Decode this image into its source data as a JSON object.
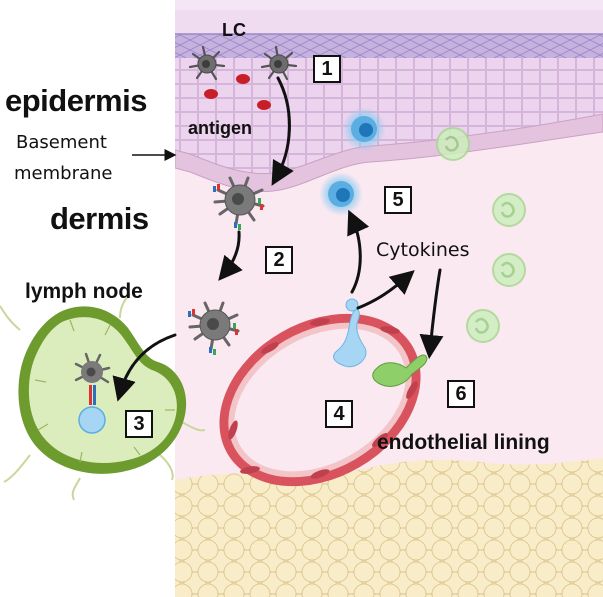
{
  "labels": {
    "lc": "LC",
    "epidermis": "epidermis",
    "antigen": "antigen",
    "basement_membrane_line1": "Basement",
    "basement_membrane_line2": "membrane",
    "dermis": "dermis",
    "lymph_node": "lymph node",
    "cytokines": "Cytokines",
    "endothelial_lining": "endothelial lining"
  },
  "steps": [
    "1",
    "2",
    "3",
    "4",
    "5",
    "6"
  ],
  "colors": {
    "epidermis": "#e9d3ec",
    "stratum_corneum": "#b9a4d6",
    "dermis": "#fbe9f1",
    "fat": "#f3e3bd",
    "vessel": "#d9535e",
    "t_cell": "#4aa3d8",
    "neutrophil": "#b9e3a6",
    "lymph_node": "#dcedbd",
    "dendritic_cell": "#707070",
    "antigen": "#c81e28"
  }
}
